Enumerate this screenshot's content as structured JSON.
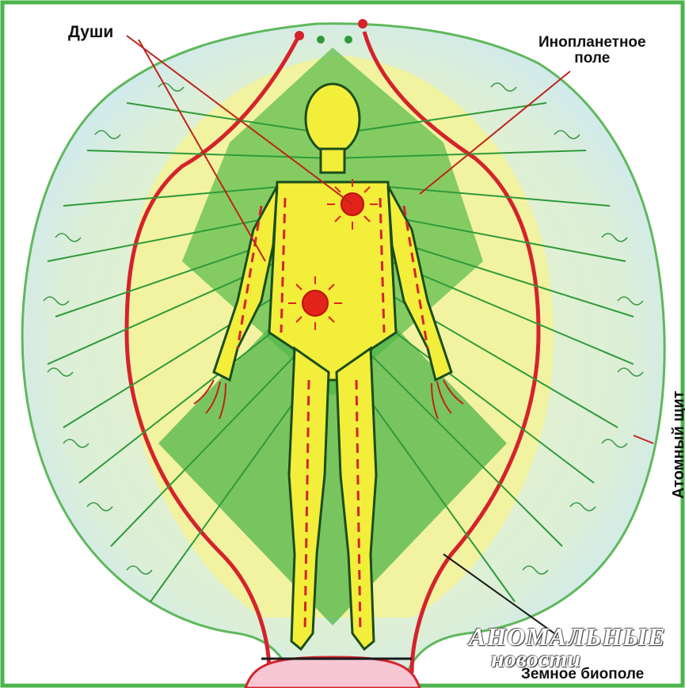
{
  "labels": {
    "souls": "Души",
    "alien_field_line1": "Инопланетное",
    "alien_field_line2": "поле",
    "atomic_shield": "Атомный щит",
    "earth_biofield": "Земное биополе"
  },
  "logo": {
    "line1": "АНОМАЛЬНЫЕ",
    "line2": "новости"
  },
  "colors": {
    "outer_field": "#7cc77a",
    "red_line": "#d4232c",
    "green_rhombus": "#4fb54a",
    "body_yellow": "#f3ee3a",
    "border": "#4db34d"
  }
}
